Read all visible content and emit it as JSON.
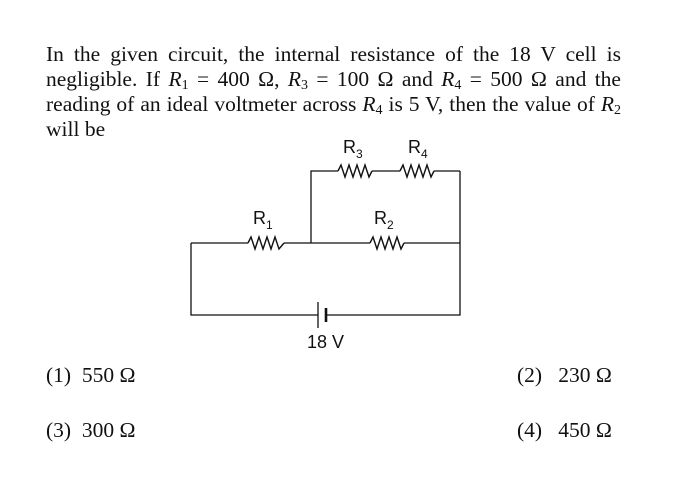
{
  "question": {
    "p1": "In the given circuit, the internal resistance of the 18 V cell is negligible. If ",
    "r1_sym": "R",
    "r1_sub": "1",
    "r1_val": " = 400 Ω, ",
    "r3_sym": "R",
    "r3_sub": "3",
    "r3_val": " = 100 Ω and ",
    "r4_sym": "R",
    "r4_sub": "4",
    "r4_val": " = 500 Ω and the reading of an ideal voltmeter across ",
    "r4b_sym": "R",
    "r4b_sub": "4",
    "p2": " is 5 V, then the value of ",
    "r2_sym": "R",
    "r2_sub": "2",
    "p3": " will be"
  },
  "circuit": {
    "r1": {
      "sym": "R",
      "sub": "1"
    },
    "r2": {
      "sym": "R",
      "sub": "2"
    },
    "r3": {
      "sym": "R",
      "sub": "3"
    },
    "r4": {
      "sym": "R",
      "sub": "4"
    },
    "cell_label": "18 V"
  },
  "options": [
    {
      "num": "(1)",
      "text": "550 Ω"
    },
    {
      "num": "(2)",
      "text": "230 Ω"
    },
    {
      "num": "(3)",
      "text": "300 Ω"
    },
    {
      "num": "(4)",
      "text": "450 Ω"
    }
  ]
}
